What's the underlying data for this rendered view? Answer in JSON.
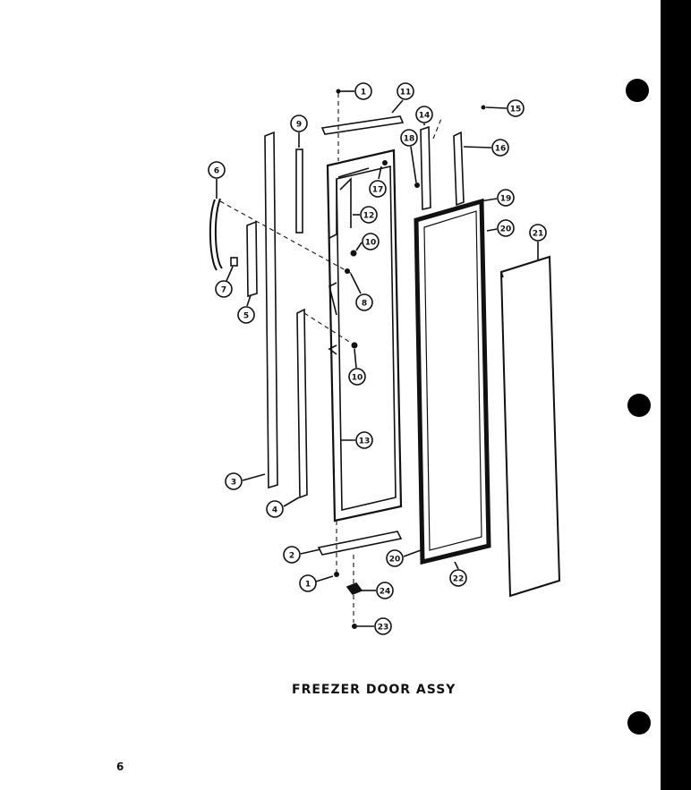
{
  "title": "FREEZER DOOR ASSY",
  "page_number": "6",
  "callouts": [
    {
      "id": "c1a",
      "label": "1"
    },
    {
      "id": "c11",
      "label": "11"
    },
    {
      "id": "c15",
      "label": "15"
    },
    {
      "id": "c14",
      "label": "14"
    },
    {
      "id": "c9",
      "label": "9"
    },
    {
      "id": "c18a",
      "label": "18"
    },
    {
      "id": "c16",
      "label": "16"
    },
    {
      "id": "c17",
      "label": "17"
    },
    {
      "id": "c6",
      "label": "6"
    },
    {
      "id": "c12",
      "label": "12"
    },
    {
      "id": "c19",
      "label": "19"
    },
    {
      "id": "c20a",
      "label": "20"
    },
    {
      "id": "c21",
      "label": "21"
    },
    {
      "id": "c10a",
      "label": "10"
    },
    {
      "id": "c7",
      "label": "7"
    },
    {
      "id": "c8",
      "label": "8"
    },
    {
      "id": "c5",
      "label": "5"
    },
    {
      "id": "c10b",
      "label": "10"
    },
    {
      "id": "c13",
      "label": "13"
    },
    {
      "id": "c3",
      "label": "3"
    },
    {
      "id": "c4",
      "label": "4"
    },
    {
      "id": "c2",
      "label": "2"
    },
    {
      "id": "c20b",
      "label": "20"
    },
    {
      "id": "c22",
      "label": "22"
    },
    {
      "id": "c1b",
      "label": "1"
    },
    {
      "id": "c24",
      "label": "24"
    },
    {
      "id": "c23",
      "label": "23"
    }
  ]
}
